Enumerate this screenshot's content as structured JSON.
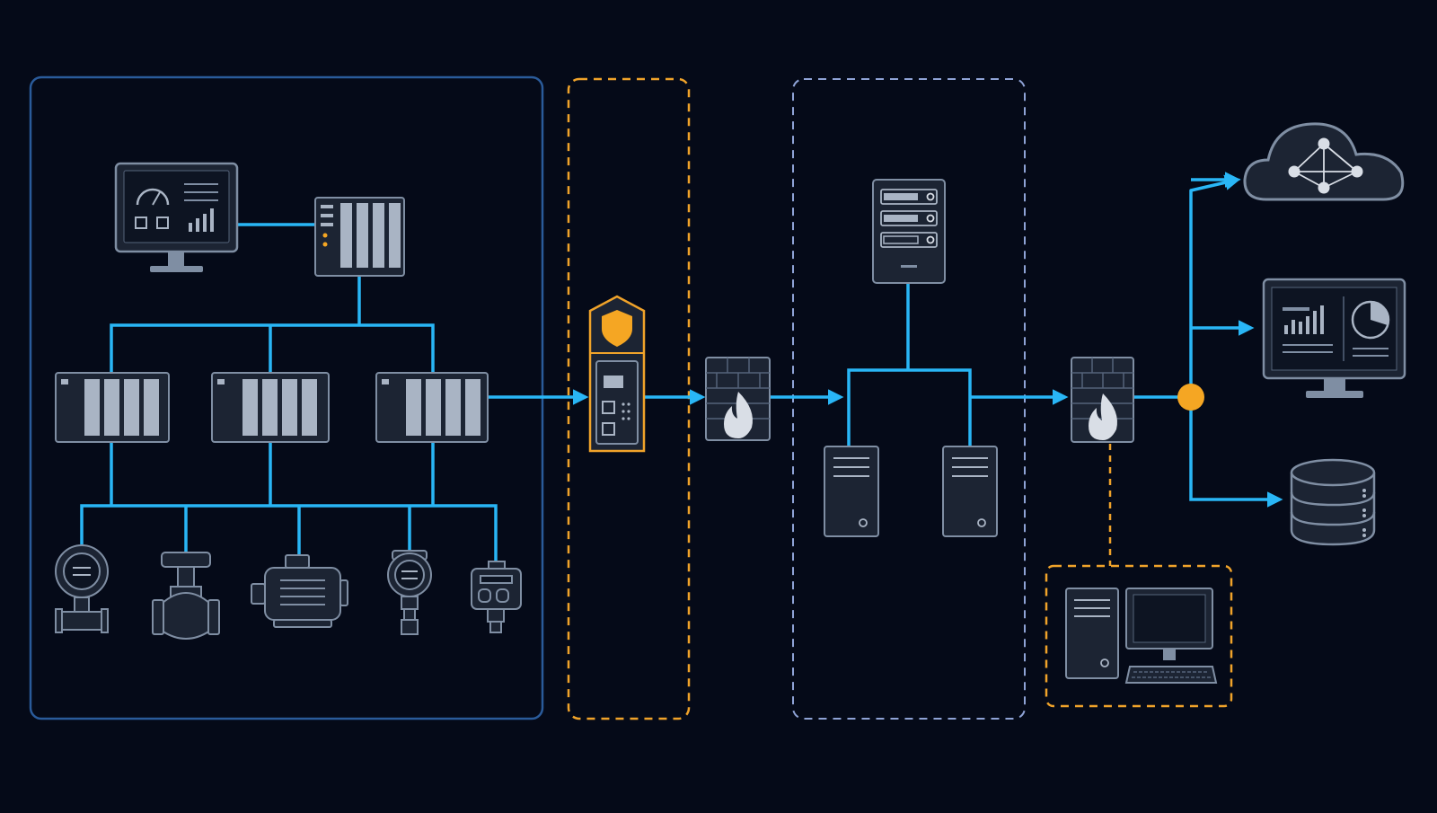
{
  "colors": {
    "background": "#050a18",
    "link": "#29b6f6",
    "zone_ot": "#2a5b9a",
    "zone_dmz": "#f0a32a",
    "zone_it": "#8fa3d6",
    "device_fill": "#1c2433",
    "device_stroke": "#7f8ea3",
    "module_fill": "#a9b4c4",
    "accent": "#f5a623"
  },
  "zones": [
    {
      "name": "ot-plant-zone",
      "style": "solid"
    },
    {
      "name": "dmz-gateway-zone",
      "style": "dashed-orange"
    },
    {
      "name": "site-server-zone",
      "style": "dashed-blue"
    },
    {
      "name": "remote-workstation-zone",
      "style": "dashed-orange"
    }
  ],
  "icons": {
    "hmi": "hmi-monitor-icon",
    "plc": "plc-rack-icon",
    "field_devices": [
      "flow-transmitter-icon",
      "control-valve-icon",
      "electric-motor-icon",
      "pressure-transmitter-icon",
      "sensor-icon"
    ],
    "gateway": "secure-gateway-icon",
    "shield": "shield-icon",
    "firewall": "firewall-icon",
    "server": "rack-server-icon",
    "tower": "tower-server-icon",
    "workstation": "workstation-icon",
    "cloud": "cloud-network-icon",
    "dashboard": "analytics-monitor-icon",
    "database": "database-icon"
  }
}
